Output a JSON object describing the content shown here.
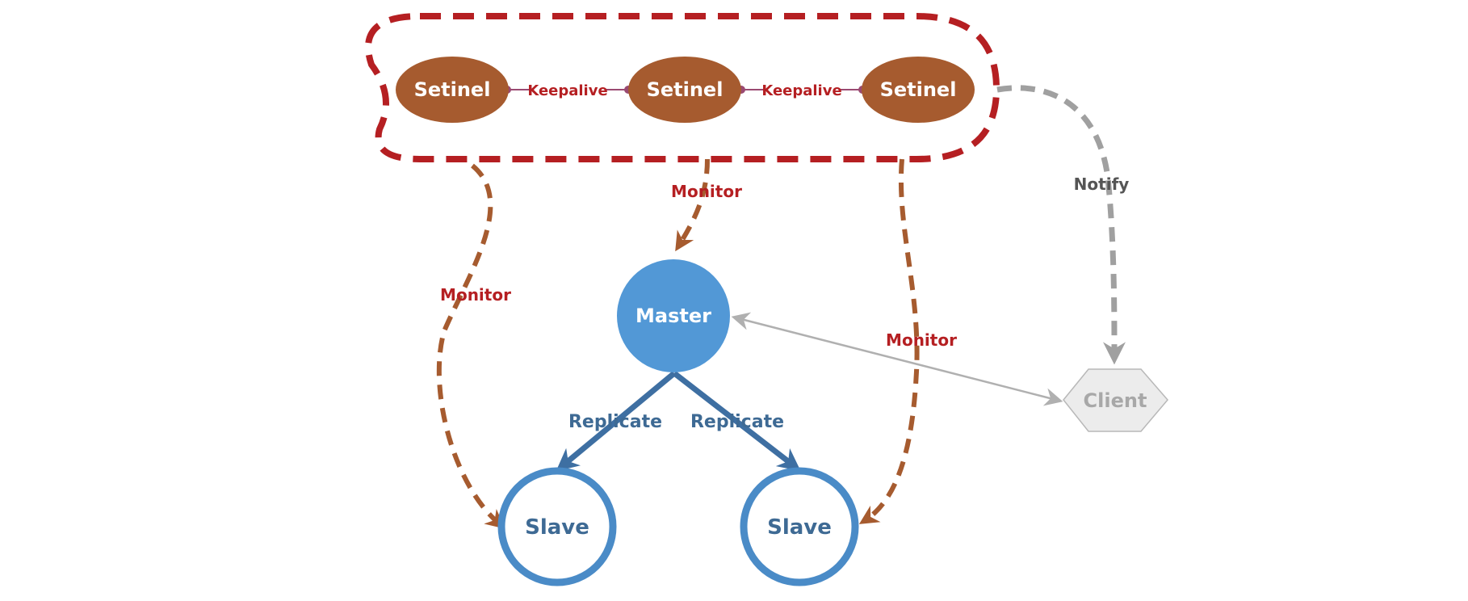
{
  "nodes": {
    "sentinel_1": "Setinel",
    "sentinel_2": "Setinel",
    "sentinel_3": "Setinel",
    "master": "Master",
    "slave_left": "Slave",
    "slave_right": "Slave",
    "client": "Client"
  },
  "edges": {
    "keepalive_1": "Keepalive",
    "keepalive_2": "Keepalive",
    "monitor_master": "Monitor",
    "monitor_slave_left": "Monitor",
    "monitor_slave_right": "Monitor",
    "notify": "Notify",
    "replicate_left": "Replicate",
    "replicate_right": "Replicate"
  },
  "colors": {
    "sentinel": "#a65b2f",
    "sentinel_group_border": "#b51f22",
    "monitor_line": "#a65b2f",
    "edge_label_red": "#b51f22",
    "master": "#5298d6",
    "slave_border": "#4a8bc7",
    "replicate_line": "#3e6fa2",
    "replicate_label": "#3e6a94",
    "client_fill": "#ececec",
    "client_text": "#a8a8a8",
    "notify_line": "#a0a0a0",
    "notify_label": "#555555",
    "keepalive_dot": "#9a4a72"
  }
}
